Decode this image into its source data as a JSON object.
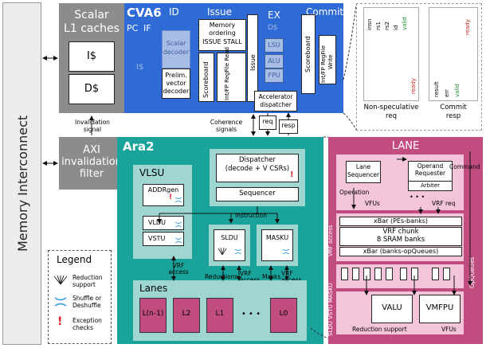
{
  "memory": {
    "label": "Memory Interconnect"
  },
  "scalar_l1": {
    "title_line1": "Scalar",
    "title_line2": "L1 caches",
    "icache": "I$",
    "dcache": "D$"
  },
  "cva6": {
    "title": "CVA6",
    "pc": "PC",
    "if": "IF",
    "id": "ID",
    "issue": "Issue",
    "ex": "EX",
    "commit": "Commit",
    "if_cache": "I$",
    "dcache_ex": "D$",
    "scalar_decoder_1": "Scalar",
    "scalar_decoder_2": "decoder",
    "prelim_1": "Prelim.",
    "prelim_2": "vector",
    "prelim_3": "decoder",
    "mem_order_1": "Memory",
    "mem_order_2": "ordering",
    "mem_order_3": "ISSUE STALL",
    "scoreboard_issue": "Scoreboard",
    "regfile_read": "Int/FP RegFile Read",
    "issue_vert": "Issue",
    "lsu": "LSU",
    "alu": "ALU",
    "fpu": "FPU",
    "accel_1": "Accelerator",
    "accel_2": "dispatcher",
    "scoreboard_commit": "Scoreboard",
    "regfile_write_1": "Int/FP RegFile",
    "regfile_write_2": "Write"
  },
  "interface": {
    "nonspec_sigs": [
      "insn",
      "rs1",
      "rs2",
      "id",
      "valid",
      "ready"
    ],
    "nonspec_label_1": "Non-speculative",
    "nonspec_label_2": "req",
    "commit_sigs": [
      "result",
      "err",
      "valid",
      "ready"
    ],
    "commit_label_1": "Commit",
    "commit_label_2": "resp"
  },
  "signals": {
    "invalidation_1": "Invalidation",
    "invalidation_2": "signal",
    "coherence_1": "Coherence",
    "coherence_2": "signals",
    "req": "req",
    "resp": "resp"
  },
  "axi": {
    "line1": "AXI",
    "line2": "invalidation",
    "line3": "filter"
  },
  "ara2": {
    "title": "Ara2",
    "dispatcher_1": "Dispatcher",
    "dispatcher_2": "(decode + V CSRs)",
    "dispatcher_excl": "!",
    "sequencer": "Sequencer",
    "vlsu": "VLSU",
    "addrgen": "ADDRgen",
    "vldu": "VLDU",
    "vstu": "VSTU",
    "vrf_access_1": "VRF",
    "vrf_access_2": "access",
    "instruction": "Instruction",
    "sldu": "SLDU",
    "masku": "MASKU",
    "reductions": "Reductions",
    "vrf_access_sl": "VRF access",
    "masks": "Masks",
    "vrf_access_mk": "VRF access",
    "lanes_title": "Lanes",
    "lanes": [
      "L(n-1)",
      "L2",
      "L1",
      "• • •",
      "L0"
    ]
  },
  "legend": {
    "title": "Legend",
    "reduction_1": "Reduction",
    "reduction_2": "support",
    "shuffle_1": "Shuffle or",
    "shuffle_2": "Deshuffle",
    "exception_1": "Exception",
    "exception_2": "checks"
  },
  "lane": {
    "title": "LANE",
    "lane_seq_1": "Lane",
    "lane_seq_2": "Sequencer",
    "operand_req_1": "Operand",
    "operand_req_2": "Requester",
    "arbiter": "Arbiter",
    "command": "Command",
    "operation": "Operation",
    "vfus": "VFUs",
    "dots": "• • •",
    "vrf_req": "VRF req",
    "xbar_pes": "xBar (PEs-banks)",
    "vrf_chunk_1": "VRF chunk",
    "vrf_chunk_2": "8 SRAM banks",
    "xbar_op": "xBar (banks-opQueues)",
    "vrf_access_side": "VRF access",
    "opqueues": "OpQueues",
    "side_units": "SLDU VSTU MASKU",
    "valu": "VALU",
    "vmfpu": "VMFPU",
    "reduction_support": "Reduction support",
    "vfus_bottom": "VFUs"
  }
}
